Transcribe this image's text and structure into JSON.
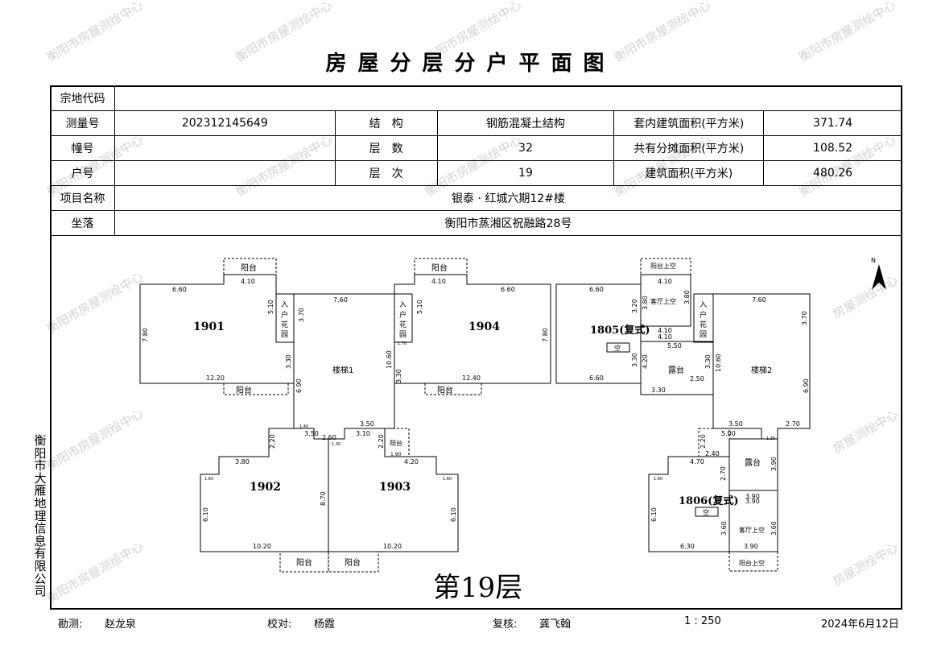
{
  "title": "房屋分层分户平面图",
  "watermark": "衡阳市房屋测绘中心",
  "watermark_short": "房屋测绘中心",
  "company": "衡阳市大雁地理信息有限公司",
  "info": {
    "land_code_label": "宗地代码",
    "land_code_value": "",
    "survey_no_label": "测量号",
    "survey_no_value": "202312145649",
    "structure_label": "结　构",
    "structure_value": "钢筋混凝土结构",
    "inner_area_label": "套内建筑面积(平方米)",
    "inner_area_value": "371.74",
    "building_no_label": "幢号",
    "building_no_value": "",
    "floors_label": "层　数",
    "floors_value": "32",
    "shared_area_label": "共有分摊面积(平方米)",
    "shared_area_value": "108.52",
    "unit_no_label": "户号",
    "unit_no_value": "",
    "floor_no_label": "层　次",
    "floor_no_value": "19",
    "build_area_label": "建筑面积(平方米)",
    "build_area_value": "480.26",
    "project_label": "项目名称",
    "project_value": "银泰 · 红城六期12#楼",
    "location_label": "坐落",
    "location_value": "衡阳市蒸湘区祝融路28号"
  },
  "plan": {
    "floor_label": "第19层",
    "north": "N",
    "units": {
      "u1901": "1901",
      "u1904": "1904",
      "u1902": "1902",
      "u1903": "1903",
      "u1805": "1805(复式)",
      "u1806": "1806(复式)"
    },
    "rooms": {
      "stair1": "楼梯1",
      "stair2": "楼梯2",
      "balcony": "阳台",
      "terrace": "露台",
      "balcony_upper": "阳台上空",
      "living_upper": "客厅上空",
      "entry_a": "入",
      "entry_b": "户",
      "entry_c": "花",
      "entry_d": "园",
      "void": "空"
    },
    "dims": {
      "d_660": "6.60",
      "d_410": "4.10",
      "d_760": "7.60",
      "d_780": "7.80",
      "d_510": "5.10",
      "d_370": "3.70",
      "d_330": "3.30",
      "d_690": "6.90",
      "d_1220": "12.20",
      "d_1240": "12.40",
      "d_1060": "10.60",
      "d_350": "3.50",
      "d_380": "3.80",
      "d_320": "3.20",
      "d_550": "5.50",
      "d_420": "4.20",
      "d_250": "2.50",
      "d_270": "2.70",
      "d_500": "5.00",
      "d_240": "2.40",
      "d_470": "4.70",
      "d_390": "3.90",
      "d_610": "6.10",
      "d_360": "3.60",
      "d_630": "6.30",
      "d_220": "2.20",
      "d_260": "2.60",
      "d_310": "3.10",
      "d_190": "1.90",
      "d_1020": "10.20",
      "d_870": "8.70",
      "d_160": "1.60",
      "d_140": "1.40",
      "d_130": "1.30",
      "d_170": "1.70"
    }
  },
  "footer": {
    "surveyor_label": "勘测:",
    "surveyor": "赵龙泉",
    "checker_label": "校对:",
    "checker": "杨霞",
    "reviewer_label": "复核:",
    "reviewer": "龚飞翰",
    "scale": "1 : 250",
    "date": "2024年6月12日"
  }
}
